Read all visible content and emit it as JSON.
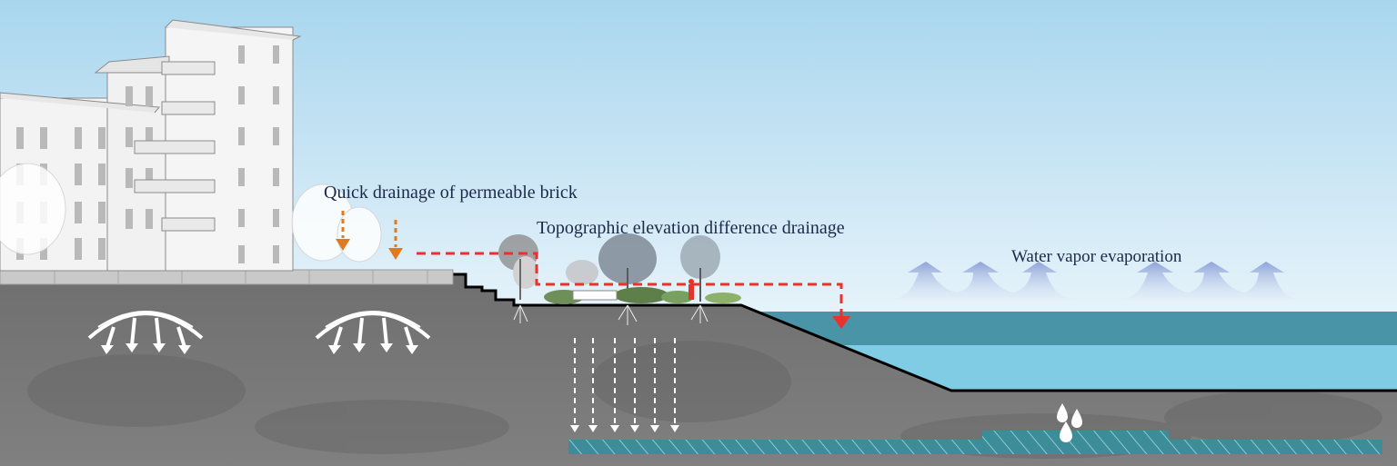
{
  "labels": {
    "quick_drainage": "Quick drainage of permeable brick",
    "topographic_drainage": "Topographic elevation difference drainage",
    "evaporation": "Water vapor evaporation"
  },
  "colors": {
    "sky_top": "#a9d6ee",
    "sky_bottom": "#e6f3fa",
    "ground": "#767676",
    "ground_dark": "#5e5e5e",
    "paving": "#c9c9c9",
    "water_surface": "#4a94a8",
    "water_body": "#7fcce4",
    "groundwater": "#3d8c99",
    "drain_orange": "#e07a1f",
    "drain_red": "#e8322d",
    "vapor": "#9fb2de",
    "building": "#f3f3f3",
    "building_line": "#8a8a8a",
    "label_text": "#1b2a4a"
  },
  "icons": {
    "permeable_arch": "arch-arrows-icon",
    "water_drops": "water-drops-icon",
    "vapor_waves": "vapor-wave-icon"
  }
}
